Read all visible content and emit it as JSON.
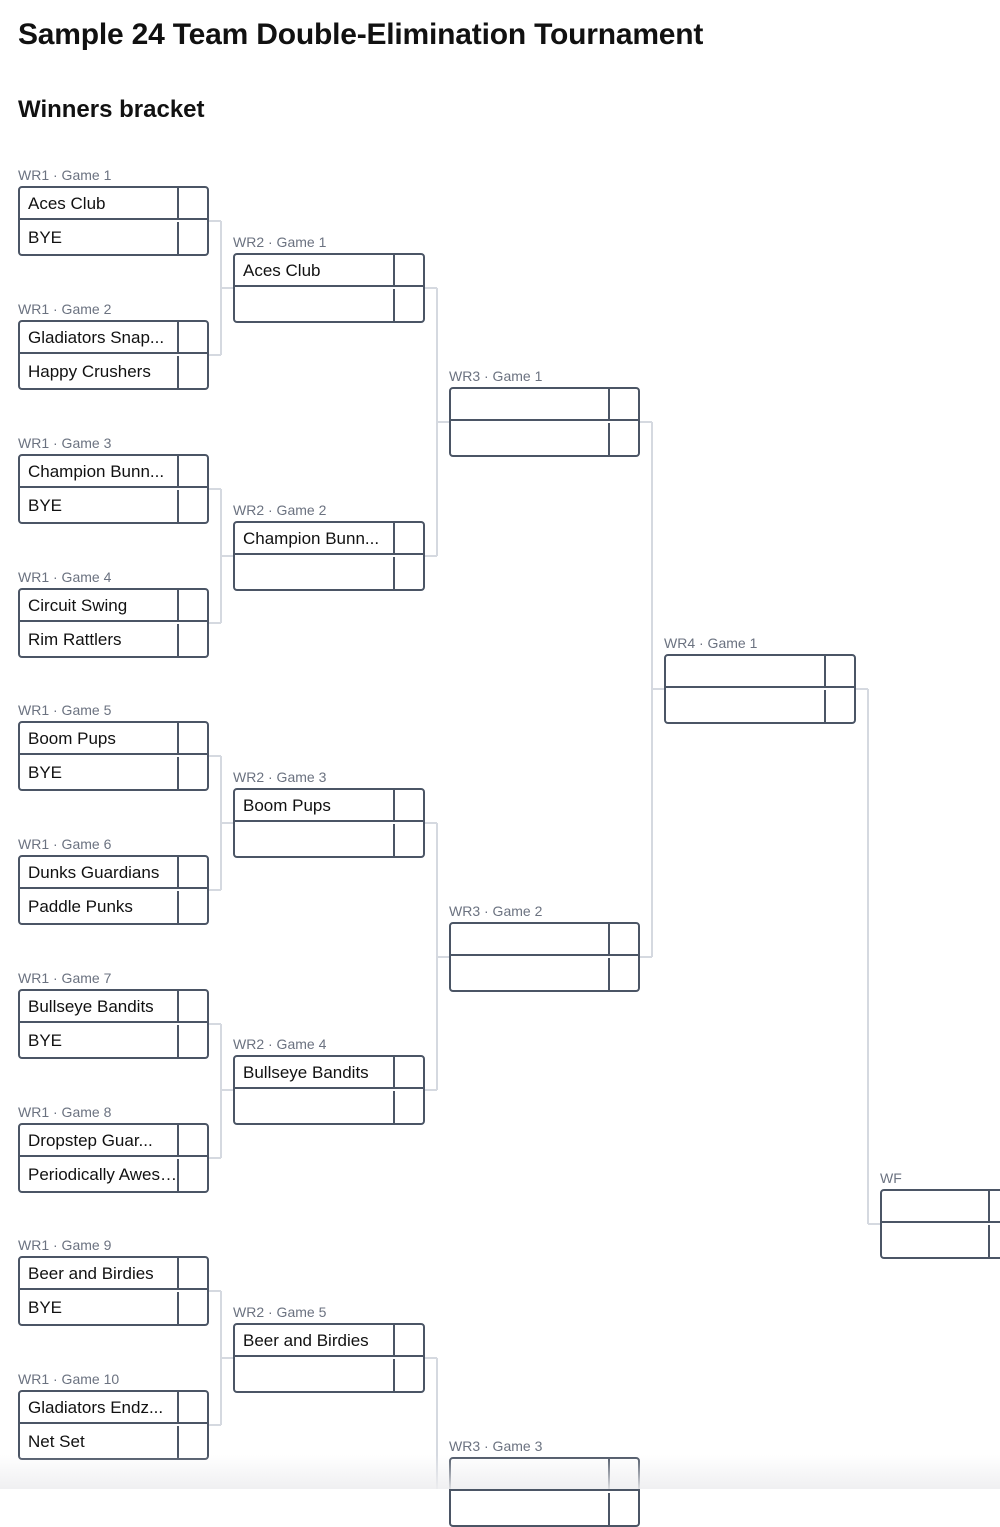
{
  "title": "Sample 24 Team Double-Elimination Tournament",
  "section_title": "Winners bracket",
  "rounds": [
    {
      "games": [
        {
          "label": "WR1 · Game 1",
          "teams": [
            "Aces Club",
            "BYE"
          ]
        },
        {
          "label": "WR1 · Game 2",
          "teams": [
            "Gladiators Snap...",
            "Happy Crushers"
          ]
        },
        {
          "label": "WR1 · Game 3",
          "teams": [
            "Champion Bunn...",
            "BYE"
          ]
        },
        {
          "label": "WR1 · Game 4",
          "teams": [
            "Circuit Swing",
            "Rim Rattlers"
          ]
        },
        {
          "label": "WR1 · Game 5",
          "teams": [
            "Boom Pups",
            "BYE"
          ]
        },
        {
          "label": "WR1 · Game 6",
          "teams": [
            "Dunks Guardians",
            "Paddle Punks"
          ]
        },
        {
          "label": "WR1 · Game 7",
          "teams": [
            "Bullseye Bandits",
            "BYE"
          ]
        },
        {
          "label": "WR1 · Game 8",
          "teams": [
            "Dropstep Guar...",
            "Periodically Awesome"
          ]
        },
        {
          "label": "WR1 · Game 9",
          "teams": [
            "Beer and Birdies",
            "BYE"
          ]
        },
        {
          "label": "WR1 · Game 10",
          "teams": [
            "Gladiators Endz...",
            "Net Set"
          ]
        }
      ]
    },
    {
      "games": [
        {
          "label": "WR2 · Game 1",
          "teams": [
            "Aces Club",
            ""
          ]
        },
        {
          "label": "WR2 · Game 2",
          "teams": [
            "Champion Bunn...",
            ""
          ]
        },
        {
          "label": "WR2 · Game 3",
          "teams": [
            "Boom Pups",
            ""
          ]
        },
        {
          "label": "WR2 · Game 4",
          "teams": [
            "Bullseye Bandits",
            ""
          ]
        },
        {
          "label": "WR2 · Game 5",
          "teams": [
            "Beer and Birdies",
            ""
          ]
        }
      ]
    },
    {
      "games": [
        {
          "label": "WR3 · Game 1",
          "teams": [
            "",
            ""
          ]
        },
        {
          "label": "WR3 · Game 2",
          "teams": [
            "",
            ""
          ]
        },
        {
          "label": "WR3 · Game 3",
          "teams": [
            "",
            ""
          ]
        }
      ]
    },
    {
      "games": [
        {
          "label": "WR4 · Game 1",
          "teams": [
            "",
            ""
          ]
        }
      ]
    },
    {
      "games": [
        {
          "label": "WF",
          "teams": [
            "",
            ""
          ]
        }
      ]
    }
  ]
}
